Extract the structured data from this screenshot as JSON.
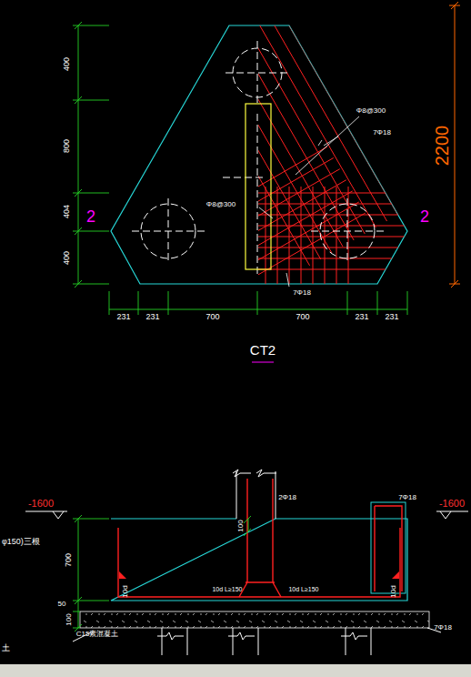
{
  "diagram": {
    "title": "CT2",
    "labels": [
      "400",
      "800",
      "404",
      "400",
      "2200",
      "2",
      "2",
      "231",
      "231",
      "700",
      "700",
      "231",
      "231",
      "Φ8@300",
      "7Φ18",
      "Φ8@300",
      "7Φ18",
      "-1600",
      "-1600",
      "φ150)三根",
      "2Φ18",
      "7Φ18",
      "100",
      "700",
      "10d",
      "10d",
      "10d L≥150",
      "10d L≥150",
      "50",
      "100",
      "C15素混凝土",
      "7Φ18",
      "土"
    ]
  }
}
